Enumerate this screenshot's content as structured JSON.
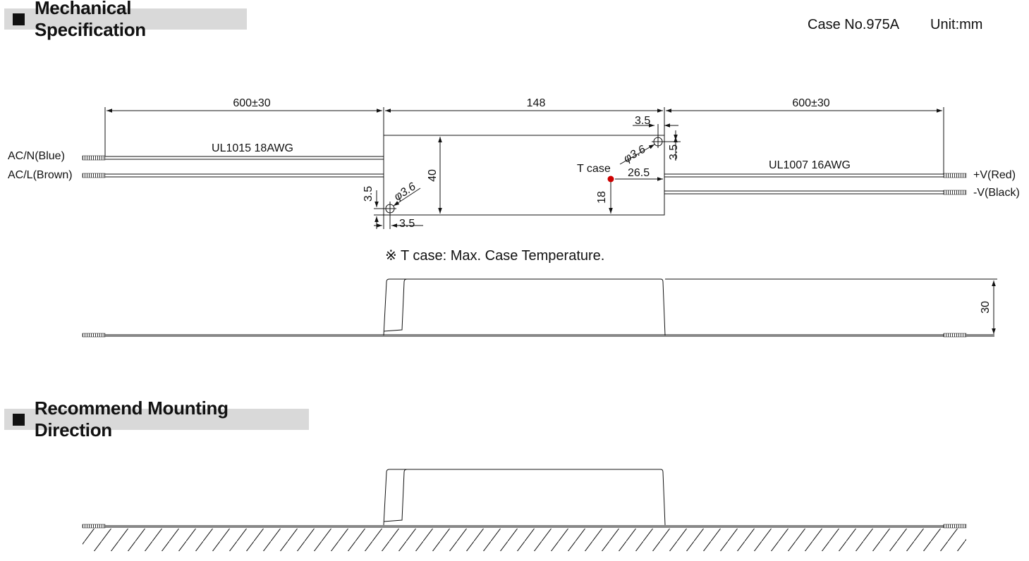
{
  "sections": {
    "mechanical": "Mechanical Specification",
    "mounting": "Recommend Mounting Direction"
  },
  "header": {
    "case_no": "Case No.975A",
    "unit": "Unit:mm"
  },
  "dimensions": {
    "left_lead": "600±30",
    "body_length": "148",
    "right_lead": "600±30",
    "hole_offset_x_top": "3.5",
    "hole_offset_y_top": "3.5",
    "hole_dia_top": "φ3.6",
    "tcase_x": "26.5",
    "body_width": "40",
    "tcase_y": "18",
    "hole_offset_x_bottom": "3.5",
    "hole_offset_y_bottom": "3.5",
    "hole_dia_bottom": "φ3.6",
    "height": "30"
  },
  "labels": {
    "input_cable": "UL1015 18AWG",
    "output_cable": "UL1007 16AWG",
    "acn": "AC/N(Blue)",
    "acl": "AC/L(Brown)",
    "vpos": "+V(Red)",
    "vneg": "-V(Black)",
    "tcase": "T case"
  },
  "note": "※ T case: Max. Case Temperature.",
  "colors": {
    "tcase_dot": "#cc0000",
    "header_bg": "#d9d9d9"
  }
}
